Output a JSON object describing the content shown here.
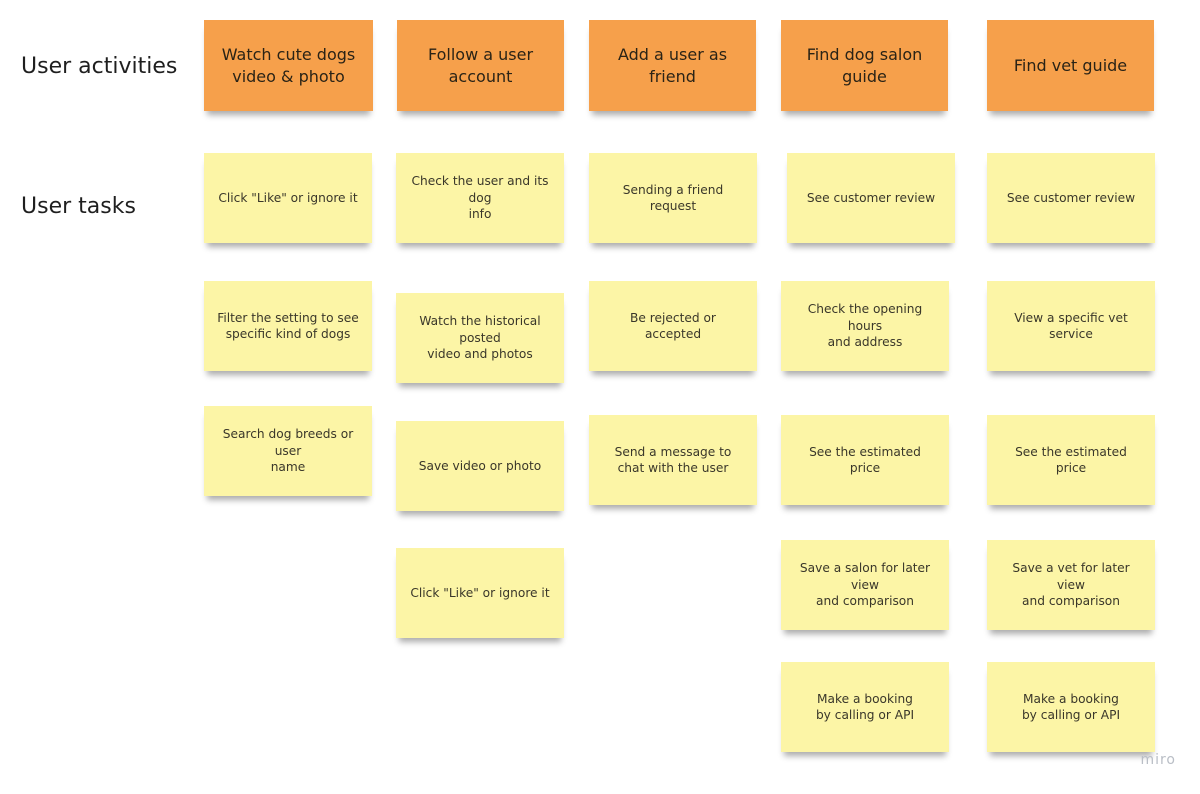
{
  "labels": {
    "activities": "User activities",
    "tasks": "User tasks"
  },
  "activities": [
    "Watch cute dogs\nvideo & photo",
    "Follow a user\naccount",
    "Add a user as friend",
    "Find dog salon\nguide",
    "Find vet guide"
  ],
  "tasks": [
    [
      "Click \"Like\" or ignore it",
      "Filter the setting to see\nspecific kind of dogs",
      "Search dog breeds or user\nname"
    ],
    [
      "Check the user and its dog\ninfo",
      "Watch the historical posted\nvideo and photos",
      "Save video or photo",
      "Click \"Like\" or ignore it"
    ],
    [
      "Sending a friend request",
      "Be rejected or accepted",
      "Send a message to\nchat with the user"
    ],
    [
      "See customer review",
      "Check the opening hours\nand address",
      "See the estimated price",
      "Save a salon for later view\nand comparison",
      "Make a booking\nby calling or API"
    ],
    [
      "See customer review",
      "View a specific vet service",
      "See the estimated price",
      "Save a vet for later view\nand comparison",
      "Make a booking\nby calling or API"
    ]
  ],
  "watermark": "miro",
  "colors": {
    "activity_note": "#f6a04b",
    "task_note": "#fcf5a6",
    "background": "#ffffff",
    "watermark": "#b9bec6"
  }
}
